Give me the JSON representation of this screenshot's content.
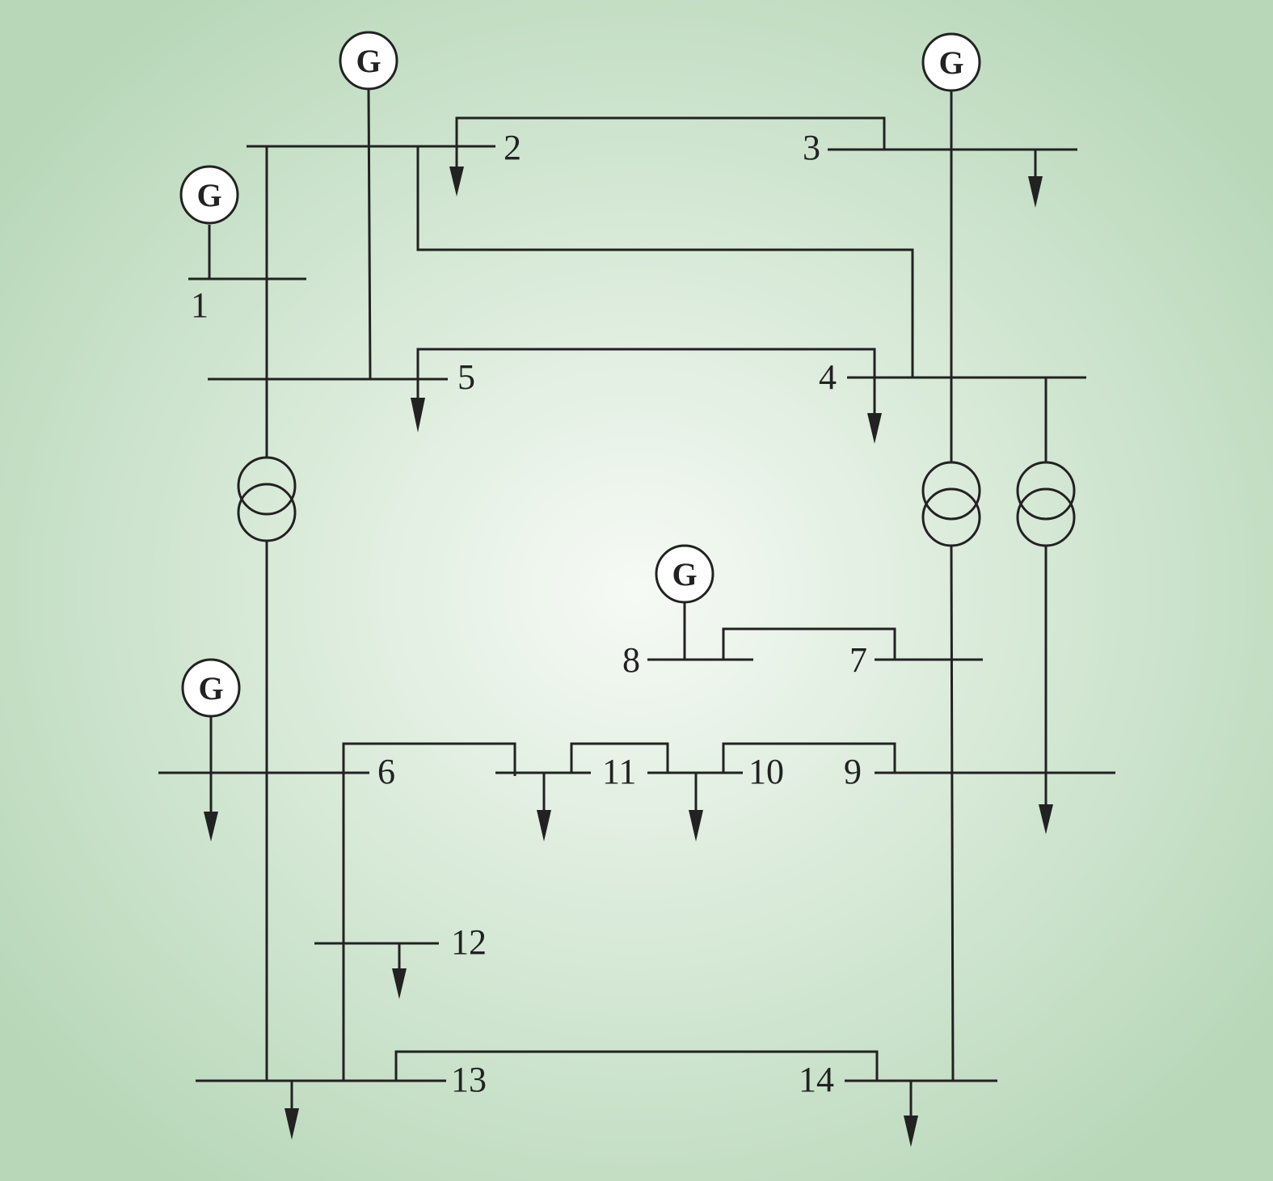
{
  "diagram": {
    "generator_symbol": "G",
    "buses": [
      {
        "id": "bus-1",
        "label": "1"
      },
      {
        "id": "bus-2",
        "label": "2"
      },
      {
        "id": "bus-3",
        "label": "3"
      },
      {
        "id": "bus-4",
        "label": "4"
      },
      {
        "id": "bus-5",
        "label": "5"
      },
      {
        "id": "bus-6",
        "label": "6"
      },
      {
        "id": "bus-7",
        "label": "7"
      },
      {
        "id": "bus-8",
        "label": "8"
      },
      {
        "id": "bus-9",
        "label": "9"
      },
      {
        "id": "bus-10",
        "label": "10"
      },
      {
        "id": "bus-11",
        "label": "11"
      },
      {
        "id": "bus-12",
        "label": "12"
      },
      {
        "id": "bus-13",
        "label": "13"
      },
      {
        "id": "bus-14",
        "label": "14"
      }
    ],
    "generators_at_buses": [
      "1",
      "2",
      "3",
      "6",
      "8"
    ],
    "loads_at_buses": [
      "2",
      "3",
      "4",
      "5",
      "6",
      "9",
      "10",
      "11",
      "12",
      "13",
      "14"
    ],
    "transformers": [
      {
        "from": "5",
        "to": "6"
      },
      {
        "from": "4",
        "to": "7"
      },
      {
        "from": "4",
        "to": "9"
      }
    ],
    "lines": [
      {
        "from": "1",
        "to": "2"
      },
      {
        "from": "1",
        "to": "5"
      },
      {
        "from": "2",
        "to": "3"
      },
      {
        "from": "2",
        "to": "4"
      },
      {
        "from": "2",
        "to": "5"
      },
      {
        "from": "3",
        "to": "4"
      },
      {
        "from": "4",
        "to": "5"
      },
      {
        "from": "6",
        "to": "11"
      },
      {
        "from": "6",
        "to": "12"
      },
      {
        "from": "6",
        "to": "13"
      },
      {
        "from": "7",
        "to": "8"
      },
      {
        "from": "7",
        "to": "9"
      },
      {
        "from": "9",
        "to": "10"
      },
      {
        "from": "9",
        "to": "14"
      },
      {
        "from": "10",
        "to": "11"
      },
      {
        "from": "12",
        "to": "13"
      },
      {
        "from": "13",
        "to": "14"
      }
    ],
    "colors": {
      "background_center": "#f6faf5",
      "background_edge": "#b7d7b8",
      "line": "#222222"
    }
  }
}
